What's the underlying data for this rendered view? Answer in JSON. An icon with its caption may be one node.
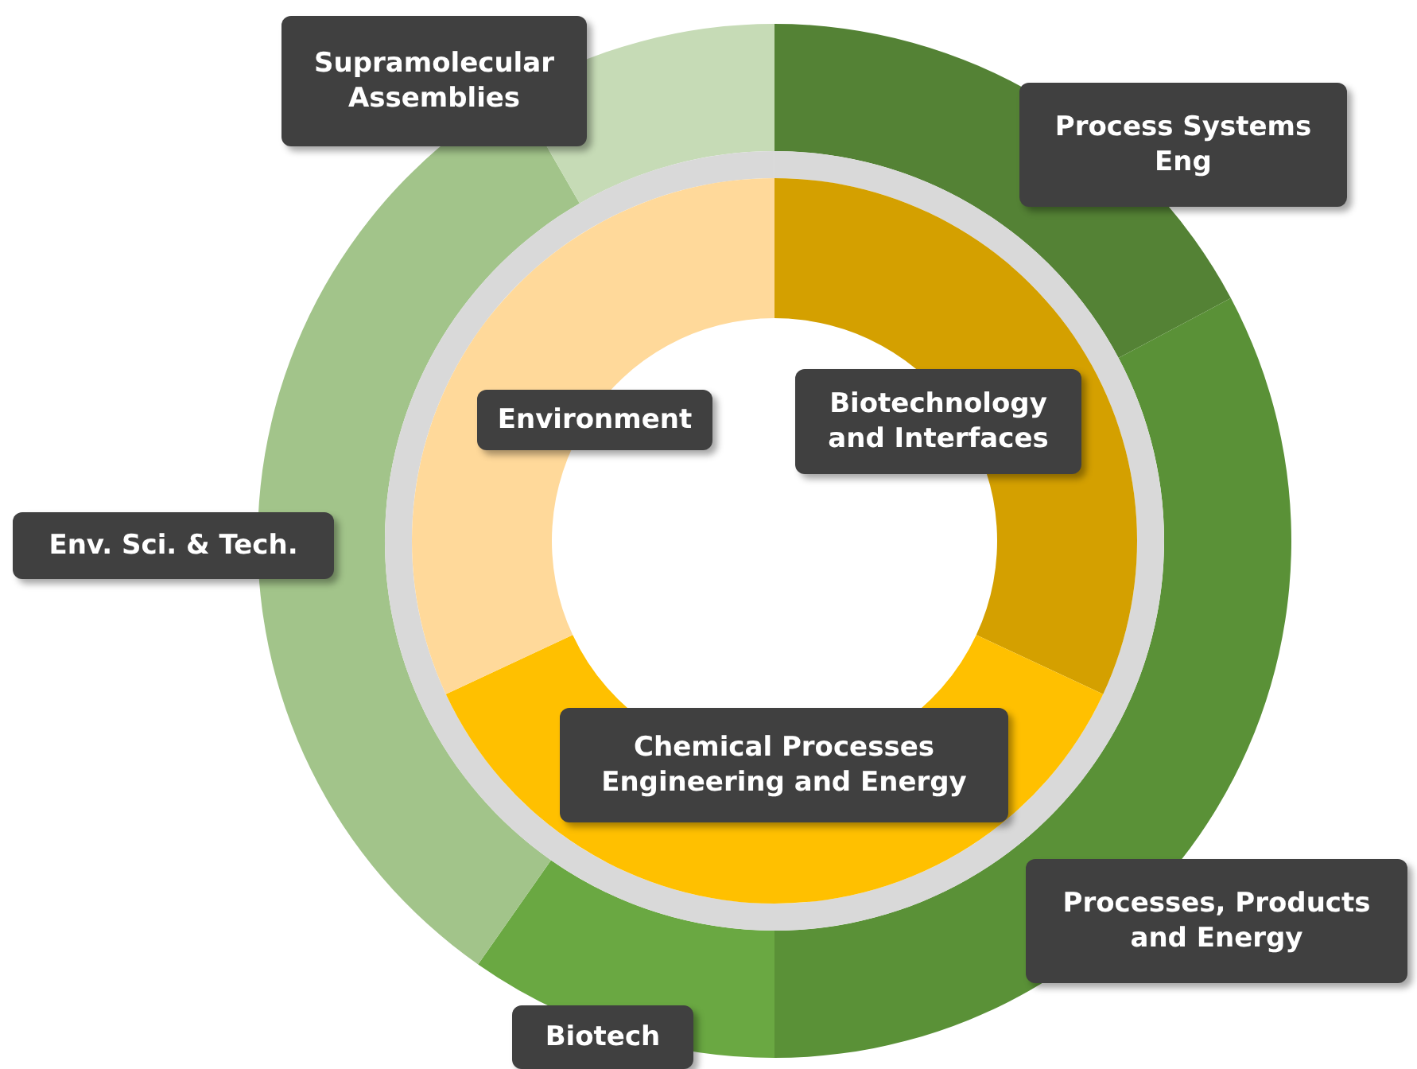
{
  "diagram": {
    "nodes": [
      {
        "text": [
          "Supramolecular Assemblies"
        ]
      },
      {
        "text": [
          "Process Systems Eng"
        ]
      },
      {
        "text": [
          "Environment"
        ]
      },
      {
        "text": [
          "Biotechnology and Interfaces"
        ]
      },
      {
        "text": [
          "Env. Sci. & Tech."
        ]
      },
      {
        "text": [
          "Chemical Processes Engineering and Energy"
        ]
      },
      {
        "text": [
          "Processes, Products and Energy"
        ]
      },
      {
        "text": [
          "Biotech"
        ]
      }
    ]
  }
}
